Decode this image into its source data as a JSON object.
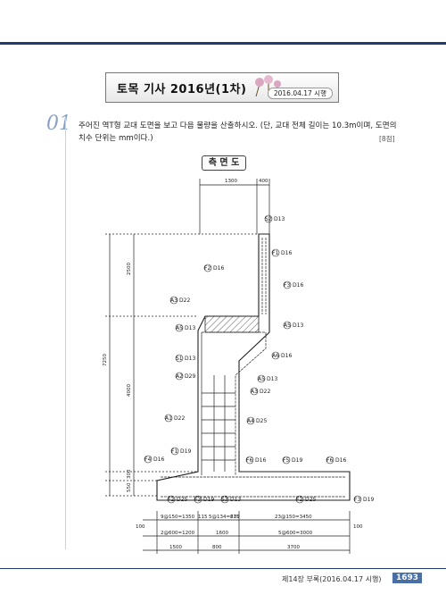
{
  "header": {
    "title": "토목 기사 2016년(1차)",
    "date": "2016.04.17 시행"
  },
  "question": {
    "number": "01",
    "text": "주어진 역T형 교대 도면을 보고 다음 물량을 산출하시오. (단, 교대 전체 길이는 10.3m이며, 도면의 치수 단위는 mm이다.)",
    "points": "[8점]"
  },
  "drawing": {
    "title": "측 면 도",
    "top_dims": [
      "1300",
      "400"
    ],
    "left_dims": [
      "7250",
      "2500",
      "4000",
      "300",
      "550"
    ],
    "rebar_labels": [
      {
        "tag": "S2",
        "text": "D13"
      },
      {
        "tag": "F1",
        "text": "D16"
      },
      {
        "tag": "F2",
        "text": "D16"
      },
      {
        "tag": "F3",
        "text": "D16"
      },
      {
        "tag": "A3",
        "text": "D22"
      },
      {
        "tag": "A5",
        "text": "D13"
      },
      {
        "tag": "A5",
        "text": "D13"
      },
      {
        "tag": "A6",
        "text": "D16"
      },
      {
        "tag": "S1",
        "text": "D13"
      },
      {
        "tag": "A2",
        "text": "D29"
      },
      {
        "tag": "A5",
        "text": "D13"
      },
      {
        "tag": "A3",
        "text": "D22"
      },
      {
        "tag": "A4",
        "text": "D25"
      },
      {
        "tag": "A1",
        "text": "D22"
      },
      {
        "tag": "F1",
        "text": "D19"
      },
      {
        "tag": "F4",
        "text": "D16"
      },
      {
        "tag": "F6",
        "text": "D16"
      },
      {
        "tag": "F5",
        "text": "D19"
      },
      {
        "tag": "F6",
        "text": "D16"
      },
      {
        "tag": "F2",
        "text": "D25"
      },
      {
        "tag": "F3",
        "text": "D19"
      },
      {
        "tag": "S3",
        "text": "D13"
      },
      {
        "tag": "F2",
        "text": "D25"
      },
      {
        "tag": "F3",
        "text": "D19"
      }
    ],
    "bottom_dims_row1": [
      "9@150=1350",
      "115",
      "5@134=670",
      "215",
      "23@150=3450"
    ],
    "bottom_dims_row2": [
      "2@600=1200",
      "1600",
      "5@600=3000"
    ],
    "bottom_dims_row3": [
      "1500",
      "800",
      "3700"
    ],
    "edge_dims": [
      "100",
      "100"
    ]
  },
  "footer": {
    "chapter": "제14장  부록(2016.04.17 시행)",
    "page": "1693"
  }
}
